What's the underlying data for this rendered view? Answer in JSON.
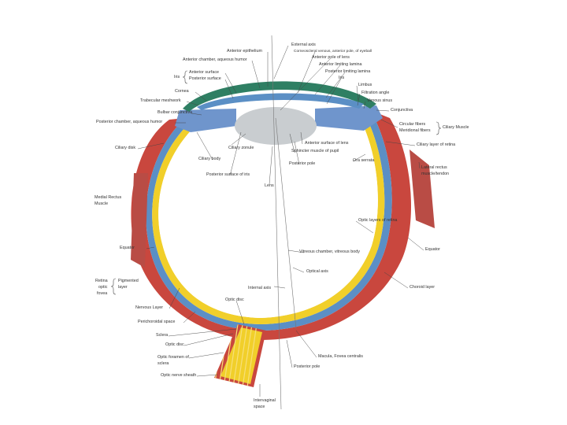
{
  "colors": {
    "sclera": "#c9473e",
    "sclera_dark": "#a8342d",
    "choroid": "#5b8fc5",
    "retina": "#f1cf2a",
    "retina_light": "#f7e07a",
    "cornea_green": "#2f7f63",
    "lens": "#c9cdd0",
    "ciliary_blue": "#6f95cc",
    "muscle": "#b94c45",
    "line": "#333333"
  },
  "labels": {
    "external_axis": "External axis",
    "anterior_epithelium": "Anterior epithelium",
    "anterior_chamber": "Anterior chamber, aqueous humor",
    "anterior_surface": "Anterior surface",
    "posterior_surface": "Posterior surface",
    "iris": "Iris",
    "cornea": "Cornea",
    "trabecular_meshwork": "Trabecular meshwork",
    "bulbar_conjunctiva": "Bulbar conjunctiva",
    "posterior_chamber": "Posterior chamber, aqueous humor",
    "ciliary_disk": "Ciliary disk",
    "medial_rectus": "Medial Rectus Muscle",
    "equator_left": "Equator",
    "retina_optic": "Retina optic fovea",
    "pigmented_layer": "Pigmented layer",
    "nervous_layer": "Nervous Layer",
    "perichoroidal_space": "Perichoroidal space",
    "sclera": "Sclera",
    "optic_disc_left": "Optic disc",
    "optic_foramen": "Optic foramen of sclera",
    "optic_nerve_sheath": "Optic nerve sheath",
    "intervaginal_space": "Intervaginal space",
    "corneoscleral": "Corneoscleral venous, anterior pole, of eyeball",
    "anterior_pole_lens": "Anterior pole of lens",
    "anterior_limiting": "Anterior limiting lamina",
    "posterior_limiting": "Posterior limiting lamina",
    "iris_right": "Iris",
    "limbus": "Limbus",
    "filtration_angle": "Filtration angle",
    "venous_sinus": "Venous sinus",
    "conjunctiva": "Conjunctiva",
    "circular_fibers": "Circular fibers",
    "meridional_fibers": "Meridional fibers",
    "ciliary_muscle": "Ciliary Muscle",
    "ciliary_layer_retina": "Ciliary layer of retina",
    "lateral_rectus": "Lateral rectus muscle/tendon",
    "optic_layers_retina": "Optic layers of retina",
    "equator_right": "Equator",
    "choroid_layer": "Choroid layer",
    "ciliary_zonule": "Ciliary zonule",
    "ciliary_body": "Ciliary body",
    "posterior_surface_iris": "Posterior surface of iris",
    "anterior_surface_lens": "Anterior surface of lens",
    "sphincter_pupil": "Sphincter muscle of pupil",
    "ora_serrata": "Ora serrata",
    "posterior_pole_lens": "Posterior pole",
    "lens": "Lens",
    "vitreous_chamber": "Vitreous chamber, vitreous body",
    "optical_axis": "Optical axis",
    "internal_axis": "Internal axis",
    "optic_disc": "Optic disc",
    "macula": "Macula, Fovea centralis",
    "posterior_pole": "Posterior pole"
  }
}
